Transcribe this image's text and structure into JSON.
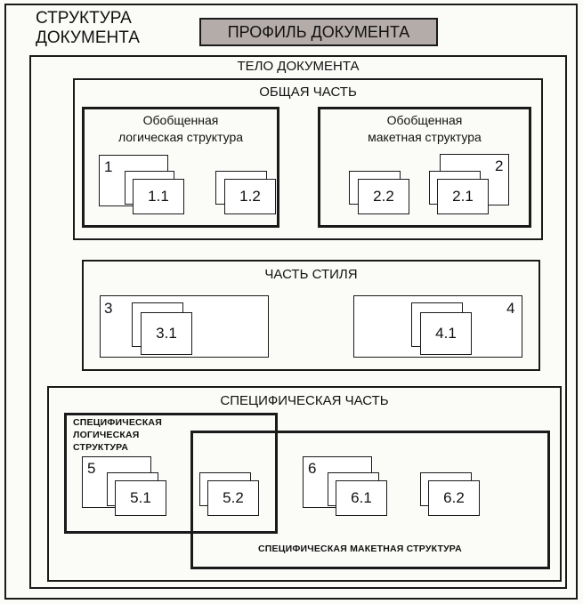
{
  "structure_title_line1": "СТРУКТУРА",
  "structure_title_line2": "ДОКУМЕНТА",
  "profile": "ПРОФИЛЬ ДОКУМЕНТА",
  "body": "ТЕЛО ДОКУМЕНТА",
  "common": {
    "title": "ОБЩАЯ ЧАСТЬ",
    "logical": {
      "line1": "Обобщенная",
      "line2": "логическая структура",
      "group_num": "1",
      "items": [
        "1.1",
        "1.2"
      ]
    },
    "layout": {
      "line1": "Обобщенная",
      "line2": "макетная структура",
      "group_num": "2",
      "items": [
        "2.2",
        "2.1"
      ]
    }
  },
  "style": {
    "title": "ЧАСТЬ СТИЛЯ",
    "left": {
      "num": "3",
      "item": "3.1"
    },
    "right": {
      "num": "4",
      "item": "4.1"
    }
  },
  "specific": {
    "title": "СПЕЦИФИЧЕСКАЯ ЧАСТЬ",
    "logical_line1": "СПЕЦИФИЧЕСКАЯ",
    "logical_line2": "ЛОГИЧЕСКАЯ",
    "logical_line3": "СТРУКТУРА",
    "layout_label": "СПЕЦИФИЧЕСКАЯ МАКЕТНАЯ СТРУКТУРА",
    "group5": {
      "num": "5",
      "item": "5.1"
    },
    "item_5_2": "5.2",
    "group6": {
      "num": "6",
      "item": "6.1"
    },
    "item_6_2": "6.2"
  }
}
